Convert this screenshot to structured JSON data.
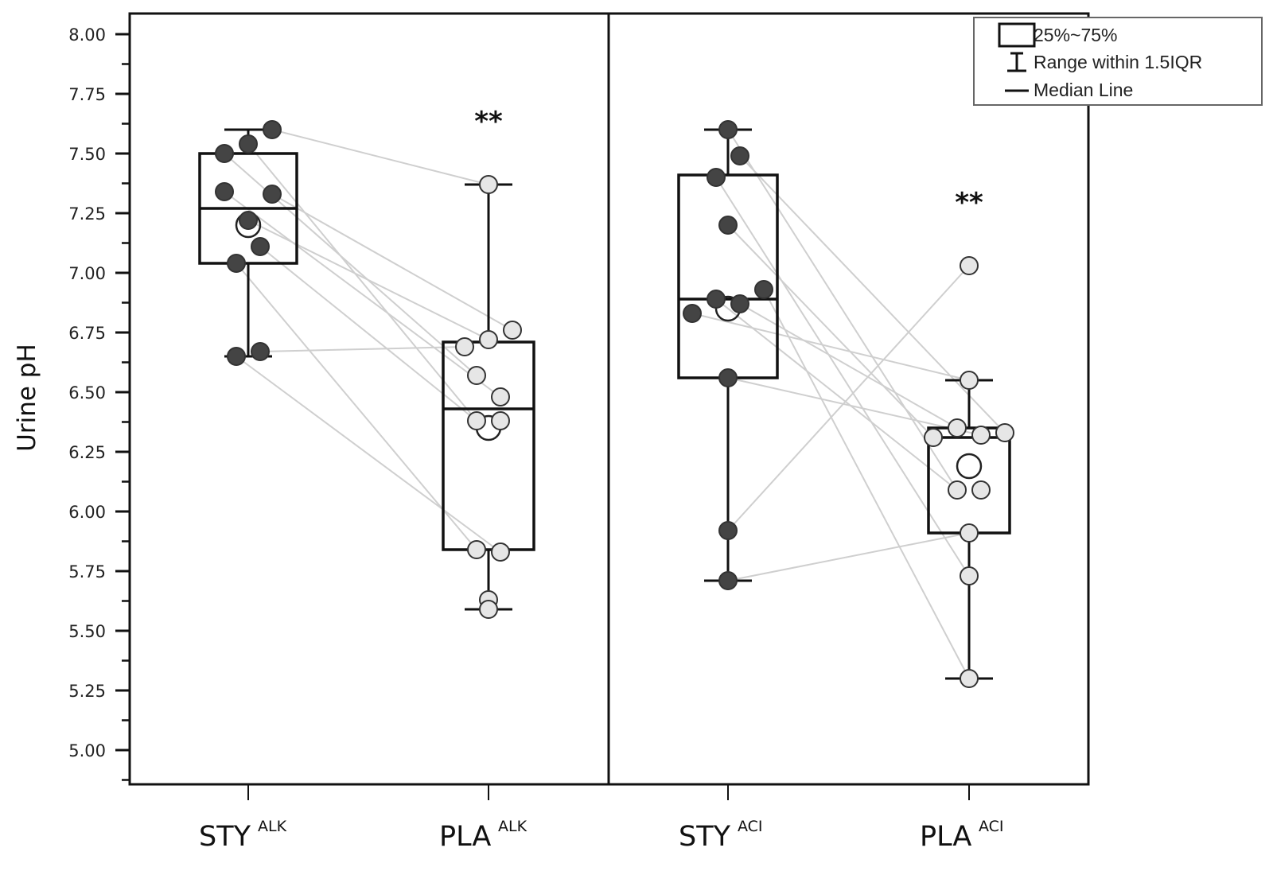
{
  "chart_data": {
    "type": "box",
    "title": "",
    "xlabel": "",
    "ylabel": "Urine pH",
    "ylim": [
      4.85,
      8.08
    ],
    "yticks": [
      "8.00",
      "7.75",
      "7.50",
      "7.25",
      "7.00",
      "6.75",
      "6.50",
      "6.25",
      "6.00",
      "5.75",
      "5.50",
      "5.25",
      "5.00"
    ],
    "ytick_values": [
      8.0,
      7.75,
      7.5,
      7.25,
      7.0,
      6.75,
      6.5,
      6.25,
      6.0,
      5.75,
      5.5,
      5.25,
      5.0
    ],
    "minor_tick_step": 0.125,
    "grid": false,
    "panels": [
      "ALK",
      "ACI"
    ],
    "categories": [
      {
        "main": "STY",
        "sup": "ALK"
      },
      {
        "main": "PLA",
        "sup": "ALK"
      },
      {
        "main": "STY",
        "sup": "ACI"
      },
      {
        "main": "PLA",
        "sup": "ACI"
      }
    ],
    "colors": {
      "sty_point": "#444444",
      "pla_point": "#e6e6e6",
      "paired_line": "#cfcfcf",
      "box_stroke": "#111111"
    },
    "series": [
      {
        "name": "STY ALK",
        "q1": 7.04,
        "median": 7.27,
        "q3": 7.5,
        "whisker_low": 6.65,
        "whisker_high": 7.6,
        "mean": 7.2,
        "points": [
          7.6,
          7.54,
          7.5,
          7.34,
          7.33,
          7.22,
          7.11,
          7.04,
          6.65,
          6.67
        ],
        "jitter": [
          1,
          0,
          -1,
          -1,
          1,
          0,
          0.5,
          -0.5,
          -0.5,
          0.5
        ],
        "significance": ""
      },
      {
        "name": "PLA ALK",
        "q1": 5.84,
        "median": 6.43,
        "q3": 6.71,
        "whisker_low": 5.59,
        "whisker_high": 7.37,
        "mean": 6.35,
        "points": [
          7.37,
          6.76,
          6.72,
          6.69,
          6.57,
          6.48,
          6.38,
          6.38,
          5.84,
          5.83,
          5.63,
          5.59
        ],
        "jitter": [
          0,
          1,
          0,
          -1,
          -0.5,
          0.5,
          -0.5,
          0.5,
          -0.5,
          0.5,
          0,
          0
        ],
        "significance": "**"
      },
      {
        "name": "STY ACI",
        "q1": 6.56,
        "median": 6.89,
        "q3": 7.41,
        "whisker_low": 5.71,
        "whisker_high": 7.6,
        "mean": 6.85,
        "points": [
          7.6,
          7.49,
          7.4,
          7.2,
          6.93,
          6.89,
          6.87,
          6.83,
          6.56,
          5.92,
          5.71
        ],
        "jitter": [
          0,
          0.5,
          -0.5,
          0,
          1.5,
          -0.5,
          0.5,
          -1.5,
          0,
          0,
          0
        ],
        "significance": ""
      },
      {
        "name": "PLA ACI",
        "q1": 5.91,
        "median": 6.31,
        "q3": 6.35,
        "whisker_low": 5.3,
        "whisker_high": 6.55,
        "mean": 6.19,
        "points": [
          7.03,
          6.55,
          6.35,
          6.31,
          6.32,
          6.33,
          6.09,
          6.09,
          5.91,
          5.73,
          5.3
        ],
        "jitter": [
          0,
          0,
          -0.5,
          -1.5,
          0.5,
          1.5,
          -0.5,
          0.5,
          0,
          0,
          0
        ],
        "significance": "**"
      }
    ],
    "pairs": [
      {
        "panel": 0,
        "from": [
          7.6,
          7.37
        ]
      },
      {
        "panel": 0,
        "from": [
          7.54,
          6.38
        ]
      },
      {
        "panel": 0,
        "from": [
          7.5,
          6.57
        ]
      },
      {
        "panel": 0,
        "from": [
          7.34,
          6.48
        ]
      },
      {
        "panel": 0,
        "from": [
          7.33,
          6.76
        ]
      },
      {
        "panel": 0,
        "from": [
          7.22,
          6.72
        ]
      },
      {
        "panel": 0,
        "from": [
          7.11,
          6.38
        ]
      },
      {
        "panel": 0,
        "from": [
          7.04,
          5.84
        ]
      },
      {
        "panel": 0,
        "from": [
          6.65,
          5.83
        ]
      },
      {
        "panel": 0,
        "from": [
          6.67,
          6.69
        ]
      },
      {
        "panel": 1,
        "from": [
          7.6,
          6.09
        ]
      },
      {
        "panel": 1,
        "from": [
          7.49,
          6.33
        ]
      },
      {
        "panel": 1,
        "from": [
          7.4,
          5.73
        ]
      },
      {
        "panel": 1,
        "from": [
          7.2,
          6.31
        ]
      },
      {
        "panel": 1,
        "from": [
          6.93,
          5.3
        ]
      },
      {
        "panel": 1,
        "from": [
          6.89,
          6.09
        ]
      },
      {
        "panel": 1,
        "from": [
          6.87,
          6.35
        ]
      },
      {
        "panel": 1,
        "from": [
          6.83,
          6.55
        ]
      },
      {
        "panel": 1,
        "from": [
          6.56,
          6.32
        ]
      },
      {
        "panel": 1,
        "from": [
          5.92,
          7.03
        ]
      },
      {
        "panel": 1,
        "from": [
          5.71,
          5.91
        ]
      }
    ],
    "legend": {
      "position": "top-right",
      "entries": [
        {
          "symbol": "box",
          "label": "25%~75%"
        },
        {
          "symbol": "whisker",
          "label": "Range within 1.5IQR"
        },
        {
          "symbol": "median",
          "label": "Median Line"
        }
      ]
    }
  }
}
